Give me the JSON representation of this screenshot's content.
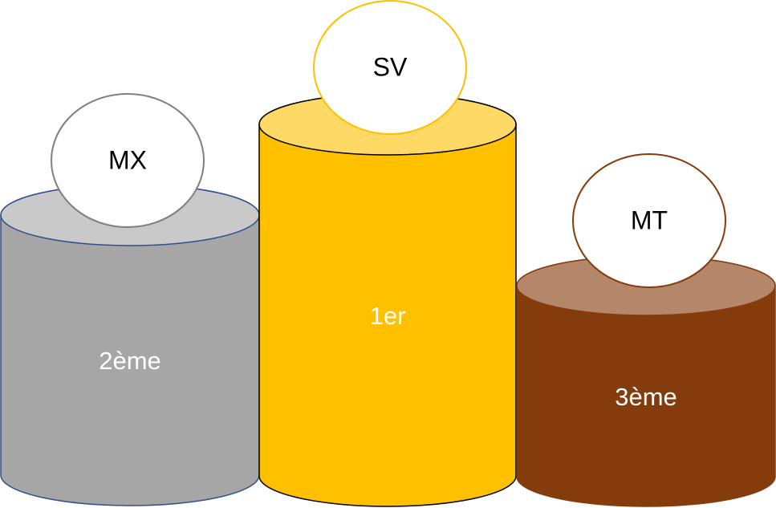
{
  "podium": {
    "second": {
      "rank_label": "2ème",
      "name": "MX",
      "colors": {
        "body": "#A6A6A6",
        "top": "#C9C9C9",
        "outline": "#2F4F8F",
        "bubble_outline": "#7F7F7F",
        "rank_text": "#FFFFFF",
        "name_text": "#000000"
      }
    },
    "first": {
      "rank_label": "1er",
      "name": "SV",
      "colors": {
        "body": "#FFC000",
        "top": "#FFD966",
        "outline": "#000000",
        "bubble_outline": "#FFC000",
        "rank_text": "#FFFFFF",
        "name_text": "#000000"
      }
    },
    "third": {
      "rank_label": "3ème",
      "name": "MT",
      "colors": {
        "body": "#843C0C",
        "top": "#B4876A",
        "outline": "#843C0C",
        "bubble_outline": "#843C0C",
        "rank_text": "#FFFFFF",
        "name_text": "#000000"
      }
    }
  }
}
